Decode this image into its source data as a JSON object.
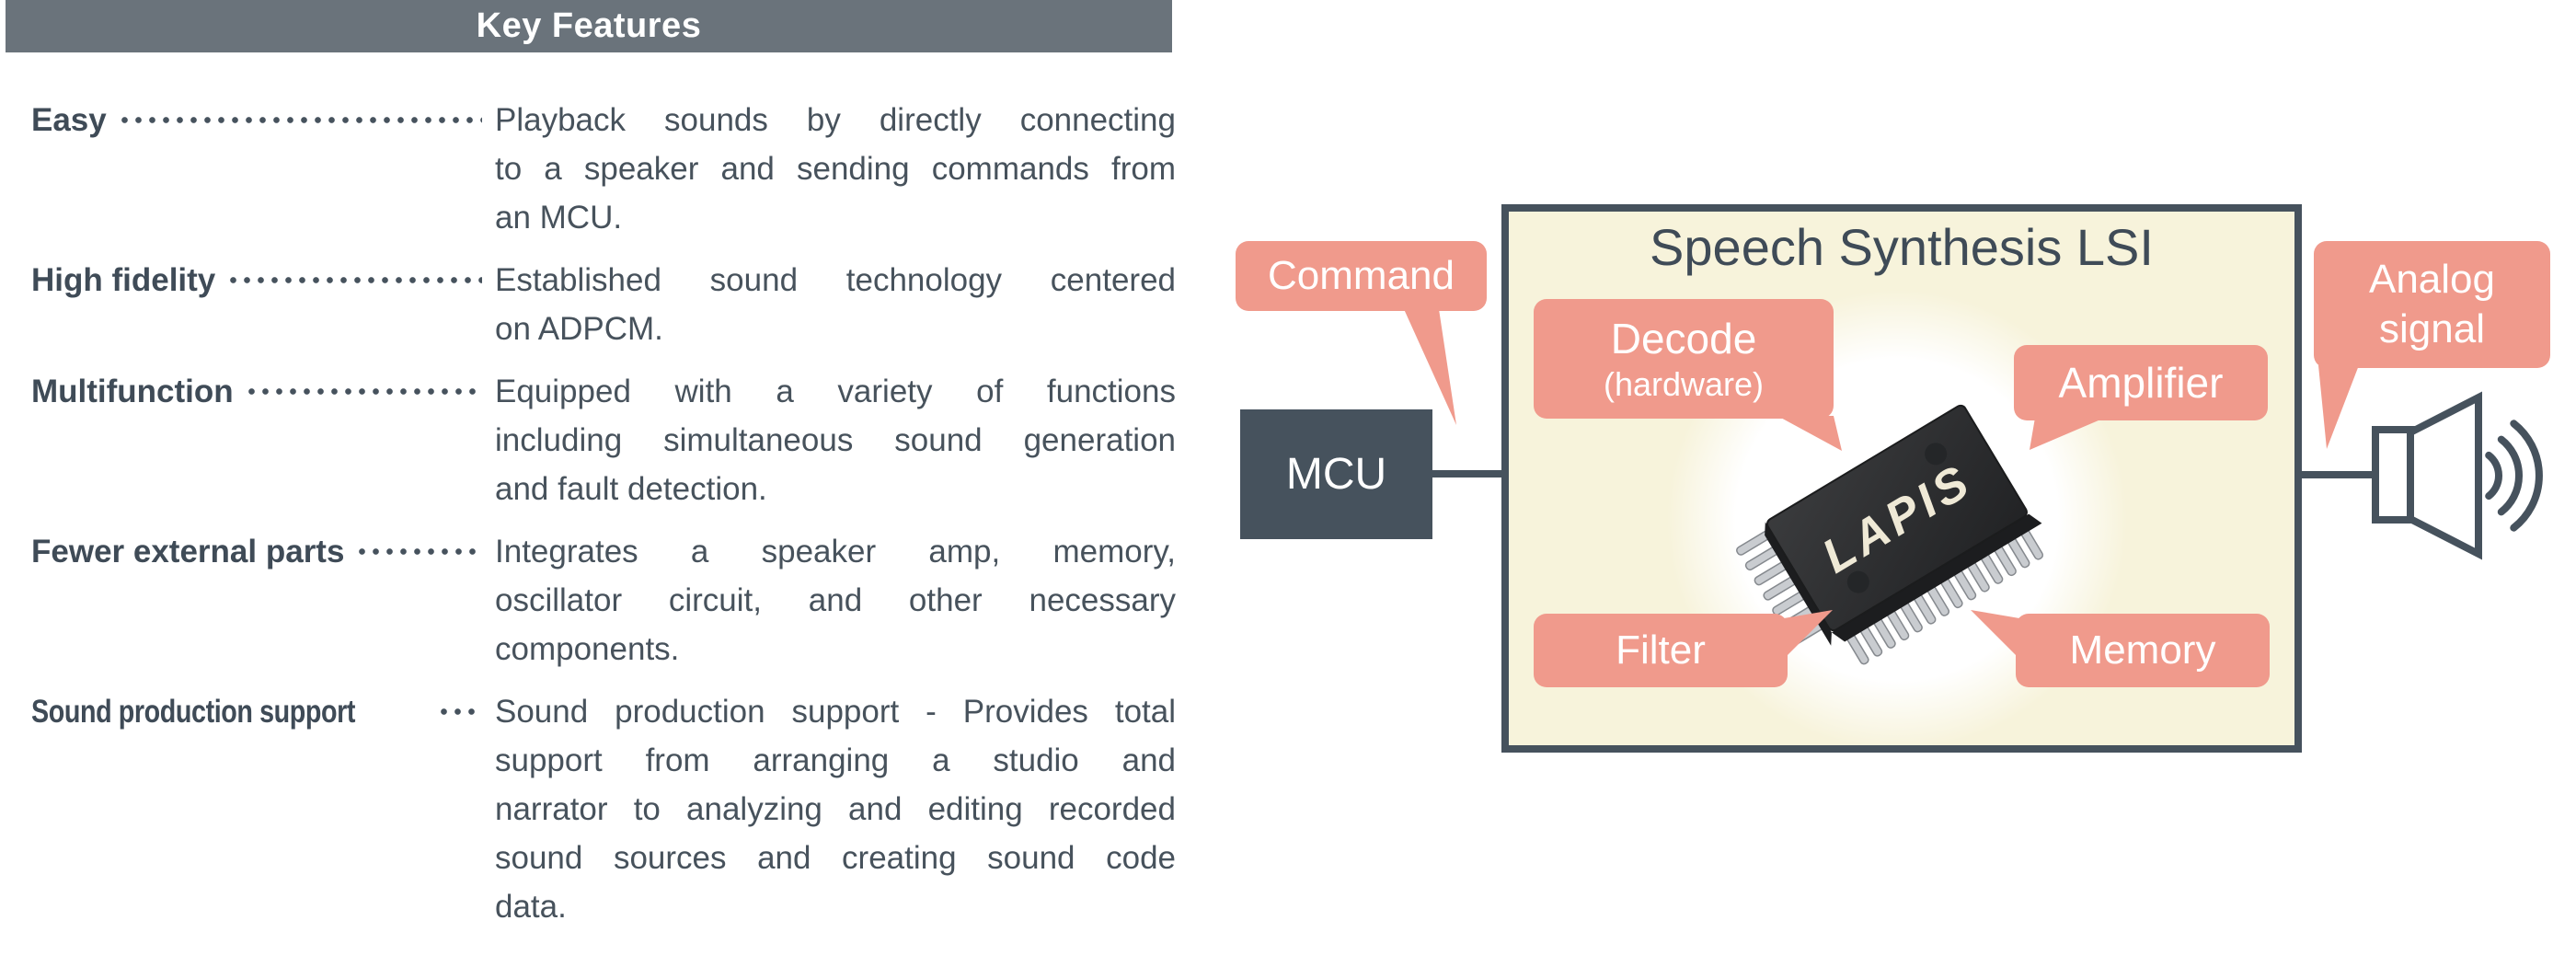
{
  "header": {
    "title": "Key Features"
  },
  "features": [
    {
      "label": "Easy",
      "lines": [
        "Playback sounds by directly connecting",
        "to a speaker and sending commands from",
        "an MCU."
      ]
    },
    {
      "label": "High fidelity",
      "lines": [
        "Established sound technology centered",
        "on ADPCM."
      ]
    },
    {
      "label": "Multifunction",
      "lines": [
        "Equipped with a variety of functions",
        "including simultaneous sound generation",
        "and fault detection."
      ]
    },
    {
      "label": "Fewer external parts",
      "lines": [
        "Integrates a speaker amp, memory,",
        "oscillator circuit, and other necessary",
        "components."
      ]
    },
    {
      "label": "Sound production support",
      "lines": [
        "Sound production support - Provides total",
        "support from arranging a studio and",
        "narrator to analyzing and editing recorded",
        "sound sources and creating sound code",
        "data."
      ]
    }
  ],
  "diagram": {
    "mcu_label": "MCU",
    "lsi_title": "Speech Synthesis LSI",
    "chip_brand": "LAPIS",
    "callouts": {
      "command": "Command",
      "decode_line1": "Decode",
      "decode_line2": "(hardware)",
      "amplifier": "Amplifier",
      "filter": "Filter",
      "memory": "Memory",
      "analog_line1": "Analog",
      "analog_line2": "signal"
    }
  },
  "colors": {
    "salmon": "#F09A8C",
    "cream": "#F7F3DB",
    "slate": "#46525D",
    "header_gray": "#6A737B",
    "text_dark": "#3F4B57",
    "chip_text": "#EFE9D6",
    "pin": "#C9CCD0"
  }
}
